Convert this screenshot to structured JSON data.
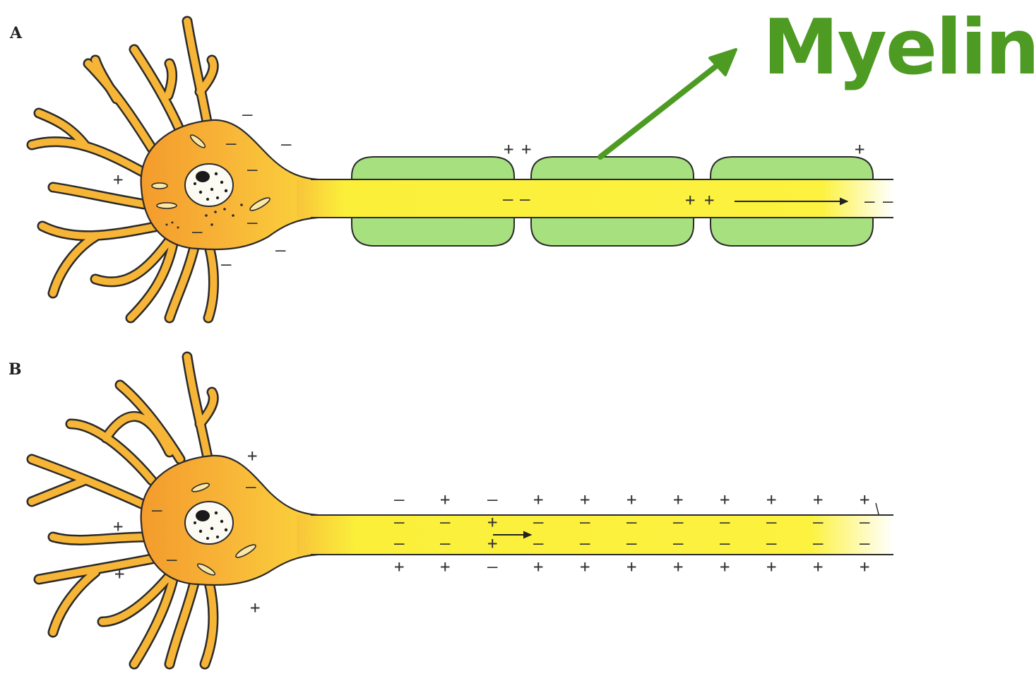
{
  "panels": [
    {
      "label": "A",
      "type": "myelinated"
    },
    {
      "label": "B",
      "type": "unmyelinated"
    }
  ],
  "callout": {
    "text": "Myelin",
    "color": "#4e9b23"
  },
  "colors": {
    "soma": "#f6b536",
    "axon": "#fbf03a",
    "myelin_fill": "#a6e07f",
    "myelin_stroke": "#2a2a2a"
  },
  "icons": [
    "nucleus-icon",
    "arrow-icon"
  ]
}
